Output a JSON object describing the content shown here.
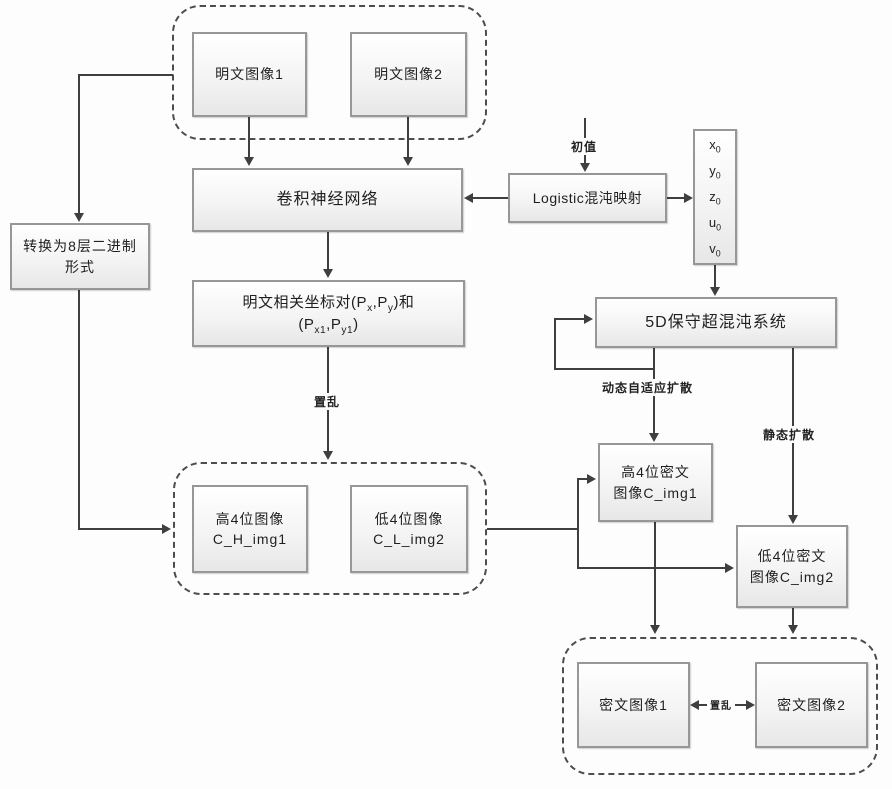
{
  "colors": {
    "box_border": "#979797",
    "box_fill": "#ececec",
    "connector": "#3f3f3f",
    "dashed_border": "#4d4d4d",
    "text": "#1f1f1f",
    "background": "#fdfdfd"
  },
  "nodes": {
    "plain_image_1": "明文图像1",
    "plain_image_2": "明文图像2",
    "cnn": "卷积神经网络",
    "logistic_map": "Logistic混沌映射",
    "initial_values": [
      {
        "base": "x",
        "sub": "0"
      },
      {
        "base": "y",
        "sub": "0"
      },
      {
        "base": "z",
        "sub": "0"
      },
      {
        "base": "u",
        "sub": "0"
      },
      {
        "base": "v",
        "sub": "0"
      }
    ],
    "binary_convert": "转换为8层二进制形式",
    "coord_pairs": {
      "part1": "明文相关坐标对(P",
      "sub1": "x",
      "part2": ",P",
      "sub2": "y",
      "part3": ")和",
      "part4": "(P",
      "sub3": "x1",
      "part5": ",P",
      "sub4": "y1",
      "part6": ")"
    },
    "chaos_5d": "5D保守超混沌系统",
    "high4_image": {
      "line1": "高4位图像",
      "line2": "C_H_img1"
    },
    "low4_image": {
      "line1": "低4位图像",
      "line2": "C_L_img2"
    },
    "high4_cipher": {
      "line1": "高4位密文",
      "line2": "图像C_img1"
    },
    "low4_cipher": {
      "line1": "低4位密文",
      "line2": "图像C_img2"
    },
    "cipher_image_1": "密文图像1",
    "cipher_image_2": "密文图像2"
  },
  "labels": {
    "initial_value": "初值",
    "scramble": "置乱",
    "dynamic_diffusion": "动态自适应扩散",
    "static_diffusion": "静态扩散",
    "scramble_bottom": "置乱"
  }
}
